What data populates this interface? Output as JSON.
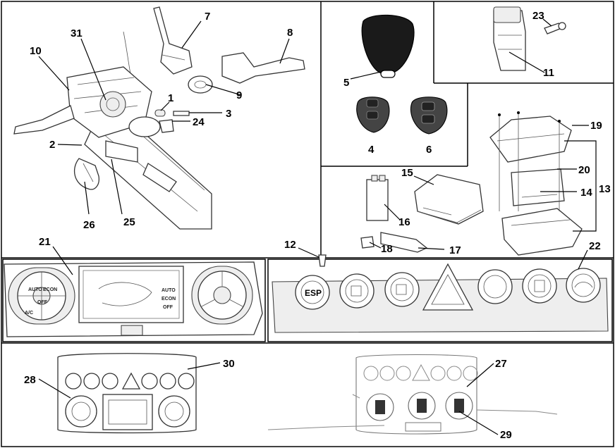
{
  "labels": {
    "n1": "1",
    "n2": "2",
    "n3": "3",
    "n4": "4",
    "n5": "5",
    "n6": "6",
    "n7": "7",
    "n8": "8",
    "n9": "9",
    "n10": "10",
    "n11": "11",
    "n12": "12",
    "n13": "13",
    "n14": "14",
    "n15": "15",
    "n16": "16",
    "n17": "17",
    "n18": "18",
    "n19": "19",
    "n20": "20",
    "n21": "21",
    "n22": "22",
    "n23": "23",
    "n24": "24",
    "n25": "25",
    "n26": "26",
    "n27": "27",
    "n28": "28",
    "n29": "29",
    "n30": "30",
    "n31": "31"
  },
  "climate_panel": {
    "auto": "AUTO",
    "econ": "ECON",
    "off": "OFF",
    "ac": "A/C",
    "lcd_auto": "AUTO",
    "lcd_econ": "ECON",
    "lcd_off": "OFF"
  },
  "switch_panel": {
    "esp": "ESP"
  }
}
